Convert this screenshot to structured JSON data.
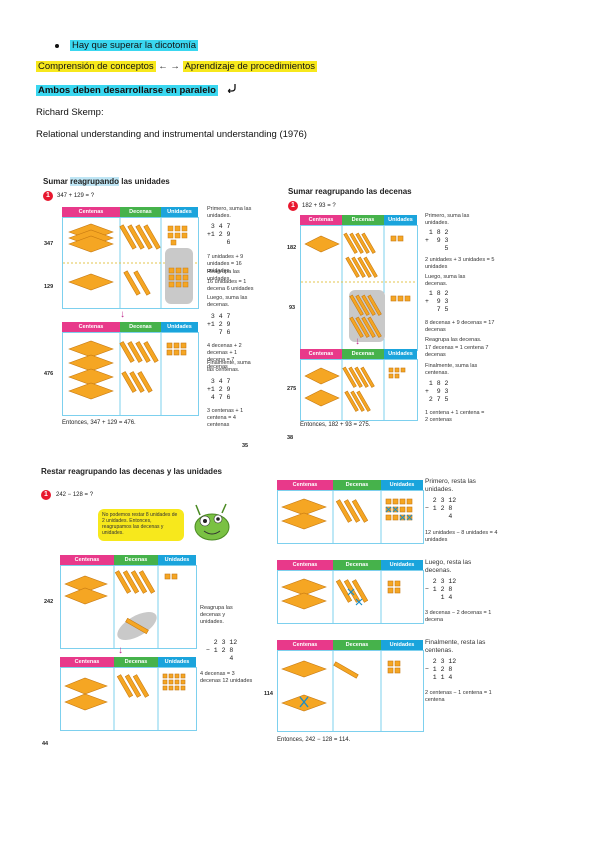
{
  "bullet_text": "Hay que superar la dicotomía",
  "line2": {
    "left": "Comprensión de conceptos",
    "arrows": "← →",
    "right": "Aprendizaje de procedimientos"
  },
  "line3": {
    "text": "Ambos deben desarrollarse en paralelo",
    "icon": "return-arrow-icon"
  },
  "author": "Richard Skemp:",
  "subtitle": "Relational understanding and instrumental understanding (1976)",
  "colors": {
    "cyan": "#3ad7f0",
    "yellow": "#f7e81c",
    "centenas": "#e8398a",
    "decenas": "#46b24b",
    "unidades": "#1aa4dc",
    "block": "#f5a623"
  },
  "headers": {
    "centenas": "Centenas",
    "decenas": "Decenas",
    "unidades": "Unidades"
  },
  "panel1": {
    "title": "Sumar reagrupando las unidades",
    "title_highlight": "reagrupando",
    "badge": "1",
    "equation": "347 + 129 = ?",
    "row_labels": [
      "347",
      "129",
      "476"
    ],
    "notes": [
      "Primero, suma las unidades.",
      "7 unidades + 9 unidades = 16 unidades",
      "Reagrupa las unidades",
      "16 unidades = 1 decena 6 unidades",
      "Luego, suma las decenas.",
      "4 decenas + 2 decenas + 1 decena = 7 decenas",
      "Finalmente, suma las centenas.",
      "3 centenas + 1 centena = 4 centenas"
    ],
    "calcs": [
      " 3 4 7\n+1 2 9\n     6",
      " 3 4 7\n+1 2 9\n   7 6",
      " 3 4 7\n+1 2 9\n 4 7 6"
    ],
    "result": "Entonces, 347 + 129 = 476.",
    "page": "35"
  },
  "panel2": {
    "title": "Sumar reagrupando las decenas",
    "badge": "1",
    "equation": "182 + 93 = ?",
    "row_labels": [
      "182",
      "93",
      "275"
    ],
    "notes": [
      "Primero, suma las unidades.",
      "2 unidades + 3 unidades = 5 unidades",
      "Luego, suma las decenas.",
      "8 decenas + 9 decenas = 17 decenas",
      "Reagrupa las decenas.",
      "17 decenas = 1 centena 7 decenas",
      "Finalmente, suma las centenas.",
      "1 centena + 1 centena = 2 centenas"
    ],
    "calcs": [
      " 1 8 2\n+  9 3\n     5",
      " 1 8 2\n+  9 3\n   7 5",
      " 1 8 2\n+  9 3\n 2 7 5"
    ],
    "result": "Entonces, 182 + 93 = 275.",
    "page": "38"
  },
  "panel3": {
    "title": "Restar reagrupando las decenas y las unidades",
    "badge": "1",
    "equation": "242 − 128 = ?",
    "speech": "No podemos restar 8 unidades de 2 unidades. Entonces, reagrupamos las decenas y unidades.",
    "row_label": "242",
    "notes": [
      "Reagrupa las decenas y unidades.",
      "4 decenas = 3 decenas 12 unidades"
    ],
    "calc": "  2 3 12\n− 1 2 8\n      4",
    "side_label": "114",
    "page": "44"
  },
  "panel4": {
    "notes": [
      "Primero, resta las unidades.",
      "12 unidades − 8 unidades = 4 unidades",
      "Luego, resta las decenas.",
      "3 decenas − 2 decenas = 1 decena",
      "Finalmente, resta las centenas.",
      "2 centenas − 1 centena = 1 centena"
    ],
    "calcs": [
      "  2 3 12\n− 1 2 8\n      4",
      "  2 3 12\n− 1 2 8\n    1 4",
      "  2 3 12\n− 1 2 8\n  1 1 4"
    ],
    "result": "Entonces, 242 − 128 = 114."
  }
}
